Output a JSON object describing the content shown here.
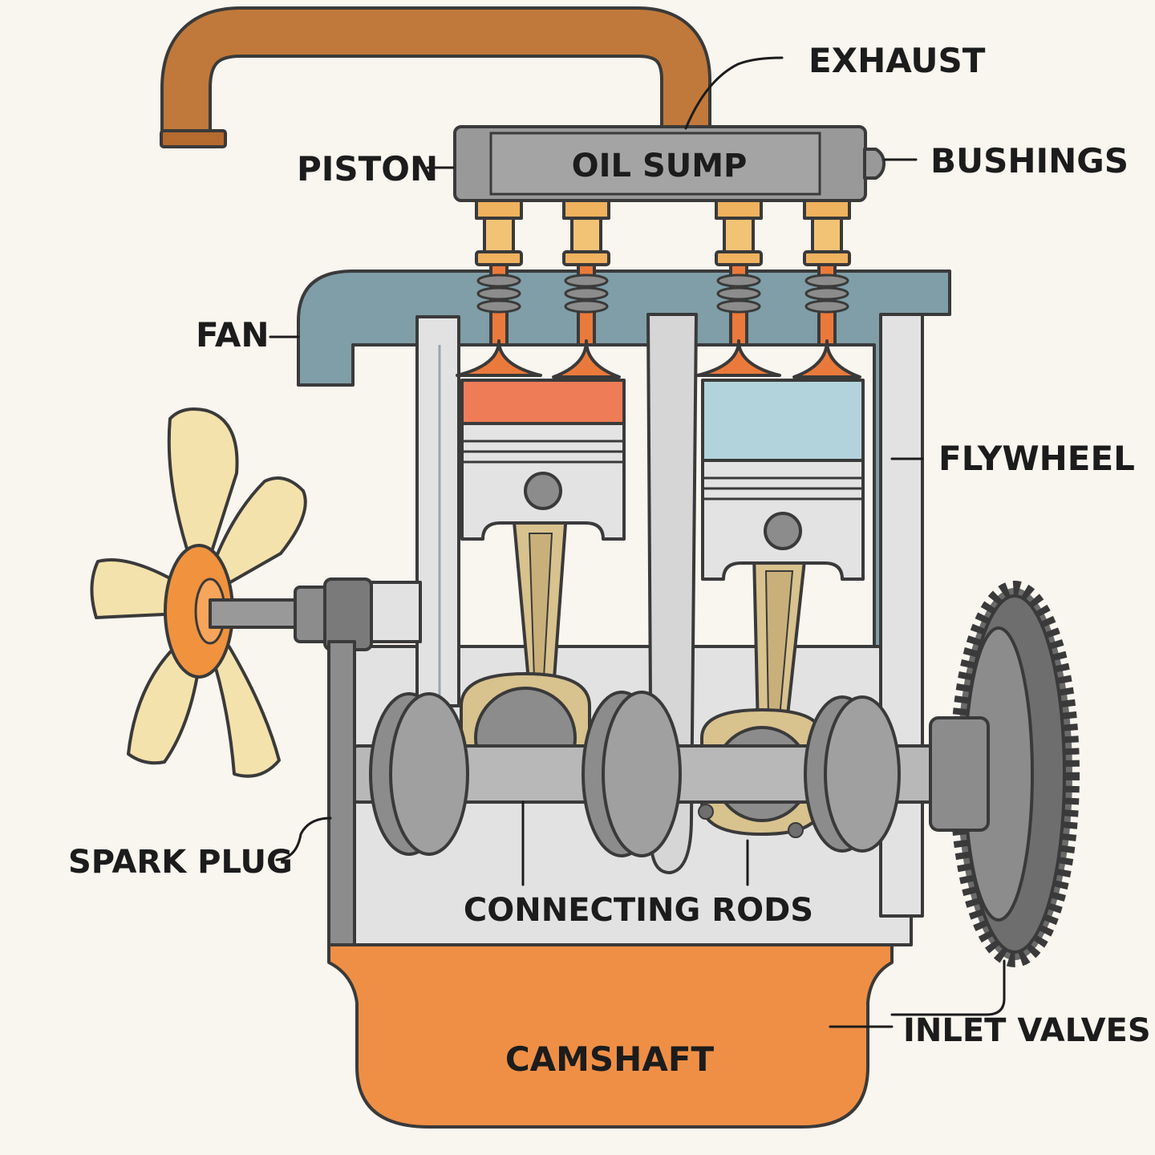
{
  "labels": {
    "exhaust": "EXHAUST",
    "piston": "PISTON",
    "oil_sump": "OIL SUMP",
    "bushings": "BUSHINGS",
    "fan": "FAN",
    "flywheel": "FLYWHEEL",
    "spark_plug": "SPARK PLUG",
    "connecting_rods": "CONNECTING RODS",
    "inlet_valves": "INLET VALVES",
    "camshaft": "CAMSHAFT"
  },
  "colors": {
    "background": "#f9f5ef",
    "exhaust_pipe": "#c0793a",
    "rail": "#999999",
    "injector": "#efb25e",
    "head": "#7f9ea7",
    "block": "#e2e2e2",
    "hot_piston_top": "#ee7c57",
    "cool_piston_top": "#b3d3dc",
    "piston": "#e3e3e3",
    "rod": "#d8c28e",
    "metal": "#8c8c8c",
    "fan_blade": "#f4e2ac",
    "fan_hub": "#f0923e",
    "oil_pan": "#ef8f45",
    "valve": "#ea7a3b"
  }
}
